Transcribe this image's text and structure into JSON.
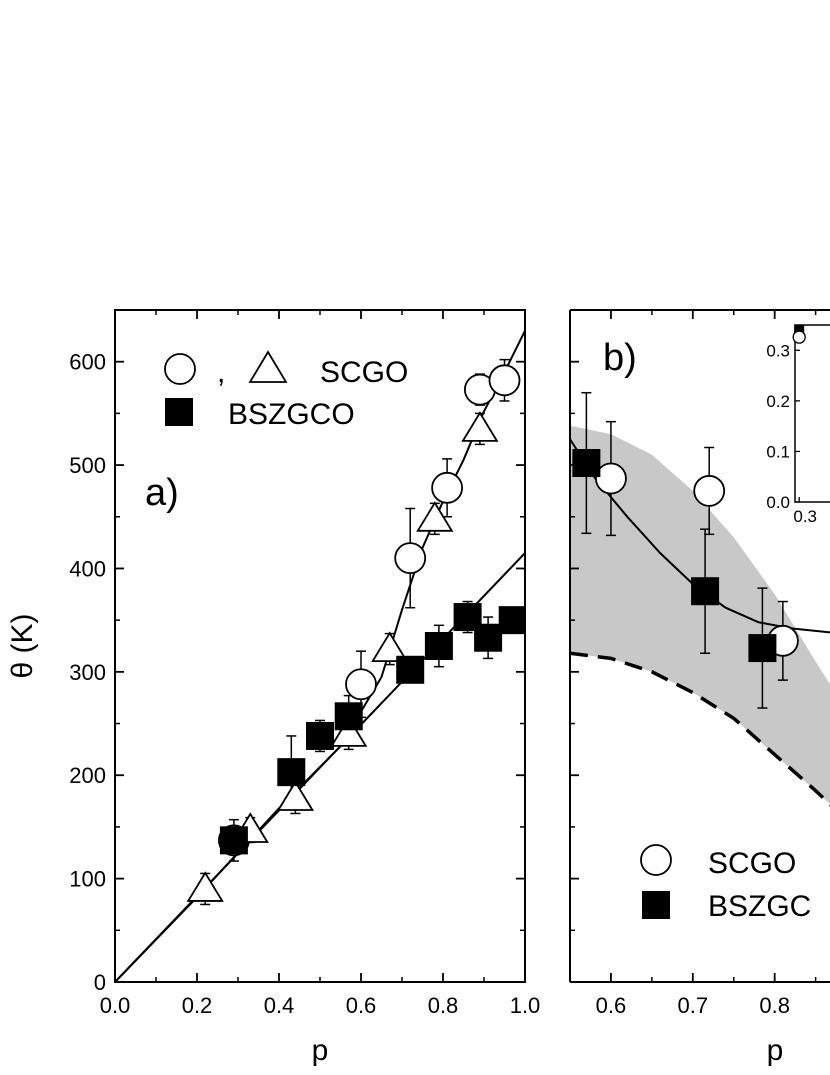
{
  "chart_data": [
    {
      "type": "scatter",
      "panel_label": "a)",
      "xlabel": "p",
      "ylabel": "θ (K)",
      "xlim": [
        0.0,
        1.0
      ],
      "ylim": [
        0,
        650
      ],
      "x_ticks": [
        {
          "value": 0.0,
          "label": "0.0"
        },
        {
          "value": 0.2,
          "label": "0.2"
        },
        {
          "value": 0.4,
          "label": "0.4"
        },
        {
          "value": 0.6,
          "label": "0.6"
        },
        {
          "value": 0.8,
          "label": "0.8"
        },
        {
          "value": 1.0,
          "label": "1.0"
        }
      ],
      "y_ticks": [
        {
          "value": 0,
          "label": "0"
        },
        {
          "value": 100,
          "label": "100"
        },
        {
          "value": 200,
          "label": "200"
        },
        {
          "value": 300,
          "label": "300"
        },
        {
          "value": 400,
          "label": "400"
        },
        {
          "value": 500,
          "label": "500"
        },
        {
          "value": 600,
          "label": "600"
        }
      ],
      "legend": {
        "placement": "top-left",
        "entries": [
          {
            "markers": [
              "circle-open",
              "triangle-open"
            ],
            "separator": ",",
            "label": "SCGO"
          },
          {
            "markers": [
              "square-filled"
            ],
            "label": "BSZGCO"
          }
        ]
      },
      "series": [
        {
          "marker": "circle-open",
          "points": [
            {
              "x": 0.29,
              "y": 137,
              "err": 20
            },
            {
              "x": 0.6,
              "y": 288,
              "err": 32
            },
            {
              "x": 0.72,
              "y": 410,
              "err": 48
            },
            {
              "x": 0.81,
              "y": 478,
              "err": 28
            },
            {
              "x": 0.89,
              "y": 573,
              "err": 15
            },
            {
              "x": 0.95,
              "y": 582,
              "err": 20
            }
          ]
        },
        {
          "marker": "triangle-open",
          "points": [
            {
              "x": 0.22,
              "y": 90,
              "err": 15
            },
            {
              "x": 0.33,
              "y": 147,
              "err": 12
            },
            {
              "x": 0.44,
              "y": 178,
              "err": 15
            },
            {
              "x": 0.57,
              "y": 240,
              "err": 15
            },
            {
              "x": 0.67,
              "y": 322,
              "err": 15
            },
            {
              "x": 0.78,
              "y": 448,
              "err": 15
            },
            {
              "x": 0.89,
              "y": 535,
              "err": 15
            }
          ]
        },
        {
          "marker": "square-filled",
          "points": [
            {
              "x": 0.29,
              "y": 137,
              "err": 8
            },
            {
              "x": 0.43,
              "y": 203,
              "err": 35
            },
            {
              "x": 0.5,
              "y": 238,
              "err": 15
            },
            {
              "x": 0.57,
              "y": 257,
              "err": 20
            },
            {
              "x": 0.72,
              "y": 302,
              "err": 12
            },
            {
              "x": 0.79,
              "y": 325,
              "err": 20
            },
            {
              "x": 0.86,
              "y": 353,
              "err": 15
            },
            {
              "x": 0.91,
              "y": 333,
              "err": 20
            },
            {
              "x": 0.97,
              "y": 350,
              "err": 10
            }
          ]
        }
      ],
      "curves": [
        {
          "style": "solid",
          "points": [
            [
              0,
              0
            ],
            [
              0.2,
              82
            ],
            [
              0.4,
              168
            ],
            [
              0.55,
              228
            ],
            [
              0.65,
              295
            ],
            [
              0.7,
              360
            ],
            [
              0.75,
              420
            ],
            [
              0.8,
              465
            ],
            [
              0.85,
              505
            ],
            [
              0.9,
              552
            ],
            [
              0.95,
              590
            ],
            [
              1.0,
              630
            ]
          ]
        },
        {
          "style": "solid",
          "points": [
            [
              0,
              0
            ],
            [
              1.0,
              415
            ]
          ]
        }
      ]
    },
    {
      "type": "scatter",
      "panel_label": "b)",
      "xlabel": "p",
      "xlim": [
        0.55,
        0.87
      ],
      "ylim": [
        0,
        650
      ],
      "x_ticks": [
        {
          "value": 0.6,
          "label": "0.6"
        },
        {
          "value": 0.7,
          "label": "0.7"
        },
        {
          "value": 0.8,
          "label": "0.8"
        }
      ],
      "legend": {
        "placement": "bottom-left",
        "entries": [
          {
            "markers": [
              "circle-open"
            ],
            "label": "SCGO"
          },
          {
            "markers": [
              "square-filled"
            ],
            "label": "BSZGC"
          }
        ]
      },
      "band": {
        "color": "#c8c8c8",
        "upper": [
          [
            0.55,
            538
          ],
          [
            0.6,
            530
          ],
          [
            0.65,
            510
          ],
          [
            0.7,
            475
          ],
          [
            0.75,
            430
          ],
          [
            0.8,
            375
          ],
          [
            0.85,
            310
          ],
          [
            0.87,
            285
          ]
        ],
        "lower": [
          [
            0.55,
            318
          ],
          [
            0.6,
            313
          ],
          [
            0.65,
            300
          ],
          [
            0.7,
            280
          ],
          [
            0.75,
            255
          ],
          [
            0.8,
            220
          ],
          [
            0.85,
            185
          ],
          [
            0.87,
            170
          ]
        ]
      },
      "series": [
        {
          "marker": "circle-open",
          "points": [
            {
              "x": 0.6,
              "y": 487,
              "err": 55
            },
            {
              "x": 0.72,
              "y": 475,
              "err": 42
            },
            {
              "x": 0.81,
              "y": 330,
              "err": 38
            }
          ]
        },
        {
          "marker": "square-filled",
          "points": [
            {
              "x": 0.57,
              "y": 502,
              "err": 68
            },
            {
              "x": 0.715,
              "y": 378,
              "err": 60
            },
            {
              "x": 0.785,
              "y": 323,
              "err": 58
            }
          ]
        }
      ],
      "curves": [
        {
          "style": "solid",
          "points": [
            [
              0.55,
              525
            ],
            [
              0.58,
              488
            ],
            [
              0.62,
              450
            ],
            [
              0.66,
              415
            ],
            [
              0.7,
              385
            ],
            [
              0.74,
              362
            ],
            [
              0.78,
              348
            ],
            [
              0.82,
              342
            ],
            [
              0.87,
              338
            ]
          ]
        },
        {
          "style": "dashed",
          "points": [
            [
              0.55,
              318
            ],
            [
              0.6,
              313
            ],
            [
              0.65,
              300
            ],
            [
              0.7,
              280
            ],
            [
              0.75,
              255
            ],
            [
              0.8,
              220
            ],
            [
              0.85,
              185
            ],
            [
              0.87,
              170
            ]
          ]
        }
      ],
      "inset": {
        "xlim": [
          0.28,
          0.9
        ],
        "ylim": [
          0.0,
          0.35
        ],
        "x_ticks": [
          {
            "value": 0.3,
            "label": "0.3"
          }
        ],
        "y_ticks": [
          {
            "value": 0.0,
            "label": "0.0"
          },
          {
            "value": 0.1,
            "label": "0.1"
          },
          {
            "value": 0.2,
            "label": "0.2"
          },
          {
            "value": 0.3,
            "label": "0.3"
          }
        ],
        "points": [
          {
            "marker": "square-filled",
            "x": 0.3,
            "y": 0.34
          },
          {
            "marker": "circle-open",
            "x": 0.3,
            "y": 0.33
          }
        ]
      }
    }
  ]
}
